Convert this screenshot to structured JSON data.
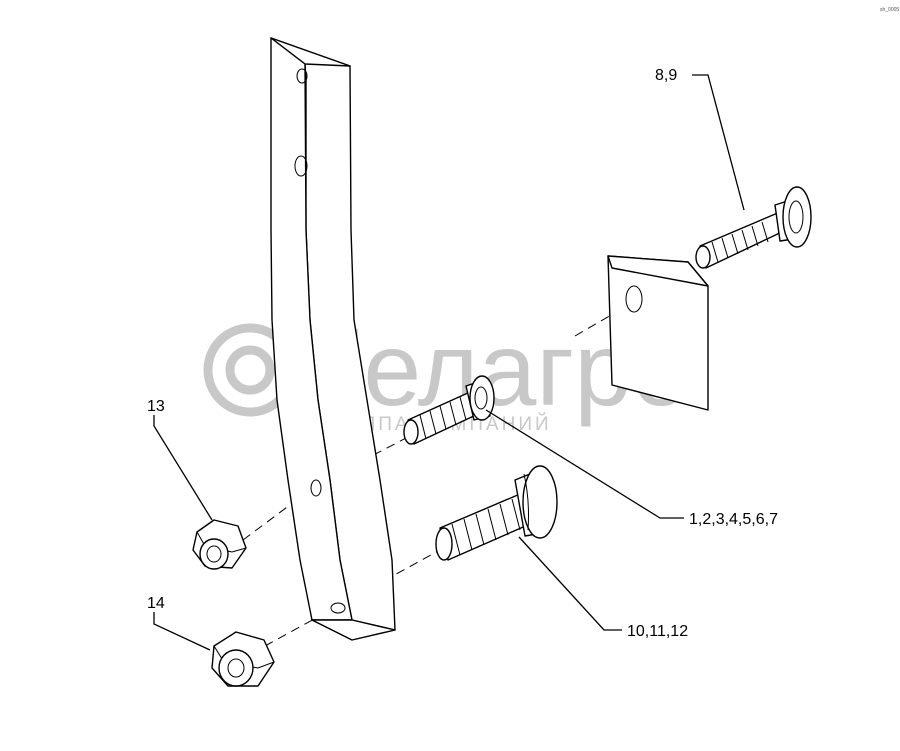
{
  "watermark": {
    "brand": "белагро",
    "tagline": "ГРУППА КОМПАНИЙ"
  },
  "corner_code": "sh_0005",
  "callouts": {
    "bolt_top": "8,9",
    "bolt_middle": "1,2,3,4,5,6,7",
    "bolt_bottom": "10,11,12",
    "nut_upper": "13",
    "nut_lower": "14"
  },
  "colors": {
    "line": "#000000",
    "watermark": "#c8c8c8",
    "background": "#ffffff"
  }
}
